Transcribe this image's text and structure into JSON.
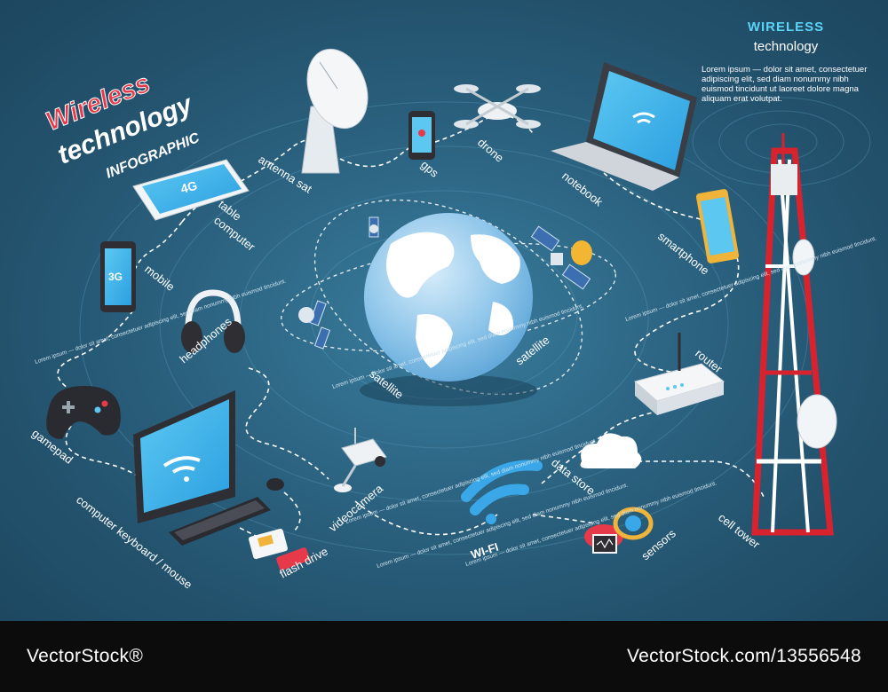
{
  "title": {
    "line1": "Wireless",
    "line2": "technology",
    "line3": "INFOGRAPHIC"
  },
  "header": {
    "title": "WIRELESS",
    "subtitle": "technology",
    "text": "Lorem ipsum — dolor sit amet, consectetuer adipiscing elit, sed diam nonummy nibh euismod tincidunt ut laoreet dolore magna aliquam erat volutpat."
  },
  "labels": {
    "antenna_sat": "antenna sat",
    "gps": "gps",
    "drone": "drone",
    "notebook": "notebook",
    "smartphone": "smartphone",
    "table": "table",
    "computer": "computer",
    "mobile": "mobile",
    "headphones": "headphones",
    "satellite_left": "satellite",
    "satellite_right": "satellite",
    "router": "router",
    "gamepad": "gamepad",
    "videocamera": "videocamera",
    "data_store": "data store",
    "computer_keyboard_mouse": "computer keyboard / mouse",
    "flash_drive": "flash drive",
    "wifi": "WI-FI",
    "sensors": "sensors",
    "cell_tower": "cell tower"
  },
  "device_text": {
    "tablet_badge": "4G",
    "mobile_badge": "3G"
  },
  "small_text": "Lorem ipsum — dolor sit amet, consectetuer adipiscing elit, sed diam nonummy nibh euismod tincidunt.",
  "footer": {
    "left": "VectorStock®",
    "right": "VectorStock.com/13556548"
  },
  "colors": {
    "background": "#2c6482",
    "accent": "#5cd4f5",
    "title_red": "#e63a4a",
    "tower_red": "#d8232f"
  }
}
